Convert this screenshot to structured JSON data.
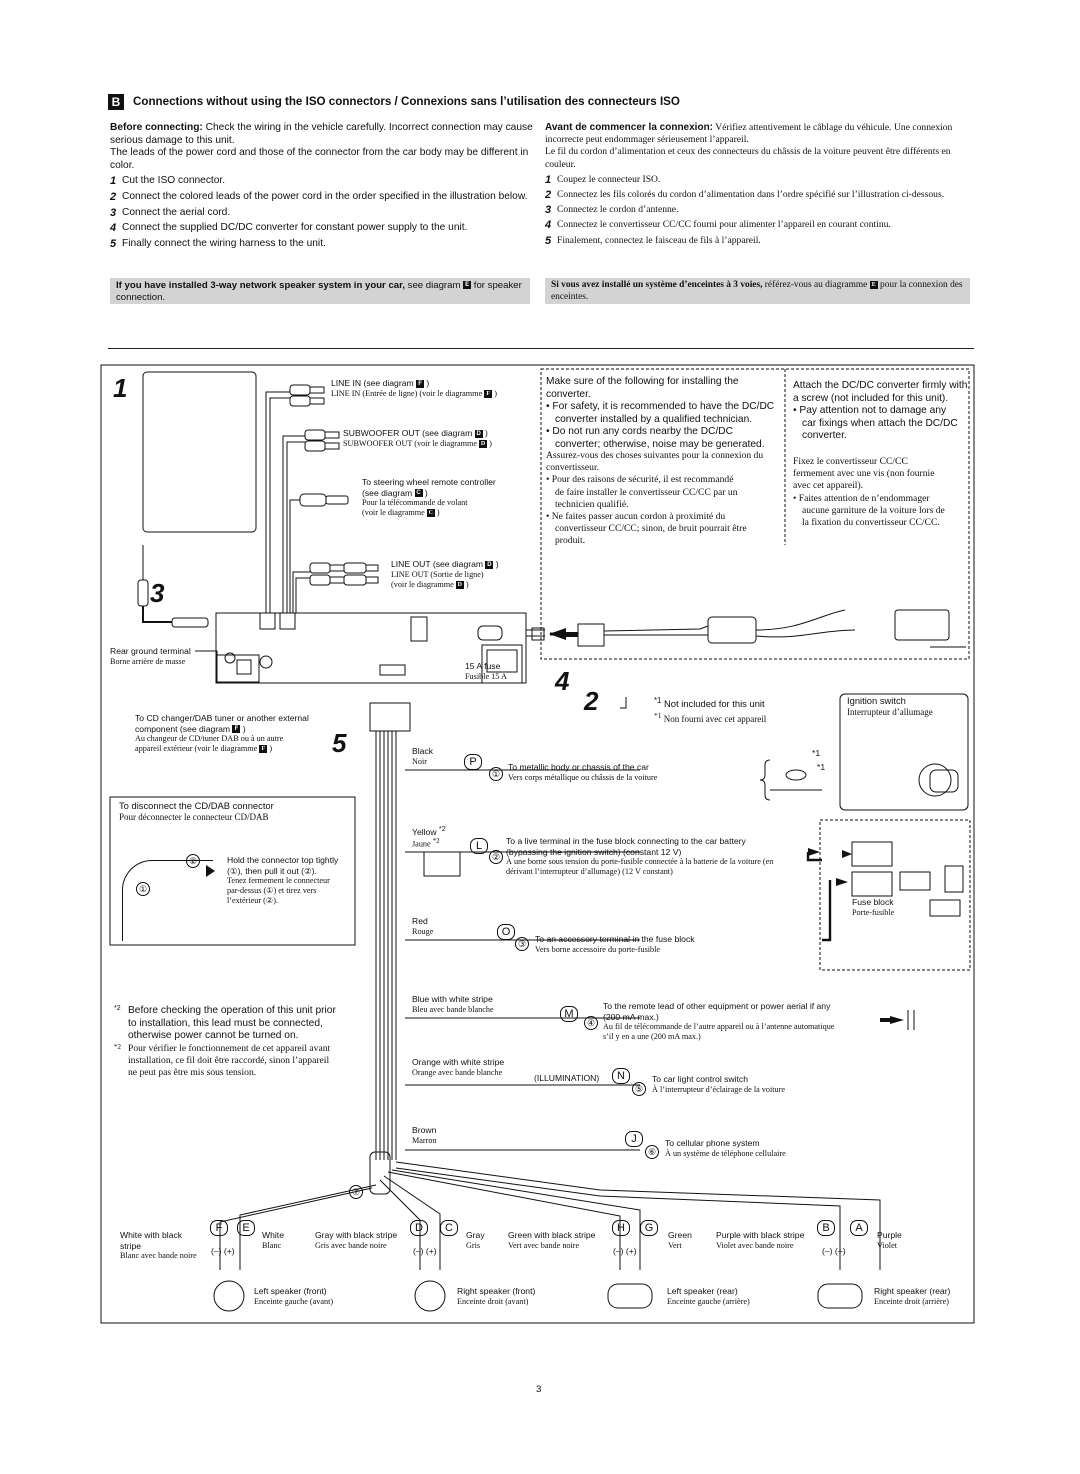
{
  "section": {
    "badge": "B",
    "heading": "Connections without using the ISO connectors / Connexions sans l’utilisation des connecteurs ISO"
  },
  "intro_en": {
    "lead_bold": "Before connecting:",
    "lead_text": " Check the wiring in the vehicle carefully. Incorrect connection may cause serious damage to this unit.",
    "para2": "The leads of the power cord and those of the connector from the car body may be different in color.",
    "steps": [
      {
        "n": "1",
        "text": "Cut the ISO connector."
      },
      {
        "n": "2",
        "text": "Connect the colored leads of the power cord in the order specified in the illustration below."
      },
      {
        "n": "3",
        "text": "Connect the aerial cord."
      },
      {
        "n": "4",
        "text": "Connect the supplied DC/DC converter for constant power supply to the unit."
      },
      {
        "n": "5",
        "text": "Finally connect the wiring harness to the unit."
      }
    ]
  },
  "intro_fr": {
    "lead_bold": "Avant de commencer la connexion:",
    "lead_text": " Vérifiez attentivement le câblage du véhicule. Une connexion incorrecte peut endommager sérieusement l’appareil.",
    "para2": "Le fil du cordon d’alimentation et ceux des connecteurs du châssis de la voiture peuvent être différents en couleur.",
    "steps": [
      {
        "n": "1",
        "text": "Coupez le connecteur ISO."
      },
      {
        "n": "2",
        "text": "Connectez les fils colorés du cordon d’alimentation dans l’ordre spécifié sur l’illustration ci-dessous."
      },
      {
        "n": "3",
        "text": "Connectez le cordon d’antenne."
      },
      {
        "n": "4",
        "text": "Connectez le convertisseur CC/CC fourni pour alimenter l’appareil en courant continu."
      },
      {
        "n": "5",
        "text": "Finalement, connectez le faisceau de fils à l’appareil."
      }
    ]
  },
  "note": {
    "en_bold": "If you have installed 3-way network speaker system in your car,",
    "en_text1": " see diagram ",
    "en_ref": "E",
    "en_text2": " for speaker connection.",
    "fr_bold": "Si vous avez installé un système d’enceintes à 3 voies,",
    "fr_text1": " référez-vous au diagramme ",
    "fr_ref": "E",
    "fr_text2": " pour la connexion des enceintes."
  },
  "diagram": {
    "step_numbers": {
      "s1": "1",
      "s2": "2",
      "s3": "3",
      "s4": "4",
      "s5": "5"
    },
    "line_in_en": "LINE IN (see diagram",
    "line_in_ref": "F",
    "line_in_fr": "LINE IN (Entrée de ligne) (voir le diagramme",
    "sub_out_en": "SUBWOOFER OUT (see diagram",
    "sub_out_ref": "D",
    "sub_out_fr": "SUBWOOFER OUT (voir le diagramme",
    "steer_en_1": "To steering wheel remote controller",
    "steer_en_2": "(see diagram",
    "steer_ref": "C",
    "steer_fr_1": "Pour la télécommande de volant",
    "steer_fr_2": "(voir le diagramme",
    "line_out_en": "LINE OUT (see diagram",
    "line_out_ref": "D",
    "line_out_fr_1": "LINE OUT (Sortie de ligne)",
    "line_out_fr_2": "(voir le diagramme",
    "rear_ground_en": "Rear ground terminal",
    "rear_ground_fr": "Borne arrière de masse",
    "fuse_en": "15 A fuse",
    "fuse_fr": "Fusible 15 A",
    "cd_en_1": "To CD changer/DAB tuner or another external",
    "cd_en_2": "component (see diagram",
    "cd_ref": "F",
    "cd_fr_1": "Au changeur de CD/tuner DAB ou à un autre",
    "cd_fr_2": "appareil extérieur (voir le diagramme",
    "conv_en": [
      "Make sure of the following for installing the converter.",
      "• For safety, it is recommended to have the DC/DC",
      "converter installed by a qualified technician.",
      "• Do not run any cords nearby the DC/DC",
      "converter; otherwise, noise may be generated."
    ],
    "conv_fr": [
      "Assurez-vous des choses suivantes pour la connexion du",
      "convertisseur.",
      "• Pour des raisons de sécurité, il est recommandé",
      "de faire installer le convertisseur CC/CC par un",
      "technicien qualifié.",
      "• Ne faites passer aucun cordon à proximité du",
      "convertisseur CC/CC; sinon, de bruit pourrait être",
      "produit."
    ],
    "attach_en": [
      "Attach the DC/DC converter firmly with",
      "a screw (not included for this unit).",
      "• Pay attention not to damage any",
      "car fixings when attach the DC/DC",
      "converter."
    ],
    "attach_fr": [
      "Fixez le convertisseur CC/CC",
      "fermement avec une vis (non fournie",
      "avec cet appareil).",
      "• Faites attention de n’endommager",
      "aucune garniture de la voiture lors de",
      "la fixation du convertisseur CC/CC."
    ],
    "not_included_en": "Not included for this unit",
    "not_included_fr": "Non fourni avec cet appareil",
    "star1": "*1",
    "star2": "*2",
    "ignition_en": "Ignition switch",
    "ignition_fr": "Interrupteur d’allumage",
    "disconnect_en": "To disconnect the CD/DAB connector",
    "disconnect_fr": "Pour déconnecter le connecteur CD/DAB",
    "hold_en": [
      "Hold the connector top tightly",
      "(①), then pull it out (②)."
    ],
    "hold_fr": [
      "Tenez fermement le connecteur",
      "par-dessus (①) et tirez vers",
      "l’extérieur (②)."
    ],
    "footnote_en": [
      "Before checking the operation of this unit prior",
      "to installation, this lead must be connected,",
      "otherwise power cannot be turned on."
    ],
    "footnote_fr": [
      "Pour vérifier le fonctionnement de cet appareil avant",
      "installation, ce fil doit être raccordé, sinon l’appareil",
      "ne peut pas être mis sous tension."
    ],
    "wires": [
      {
        "color_en": "Black",
        "color_fr": "Noir",
        "letter": "P",
        "num": "①",
        "dest_en": "To metallic body or chassis of the car",
        "dest_fr": "Vers corps métallique ou châssis de la voiture"
      },
      {
        "color_en": "Yellow",
        "color_fr": "Jaune",
        "letter": "L",
        "num": "②",
        "dest_en": "To a live terminal in the fuse block connecting to the car battery",
        "dest_en2": "(bypassing the ignition switch) (constant 12 V)",
        "dest_fr": "À une borne sous tension du porte-fusible connectée à la batterie de la voiture (en",
        "dest_fr2": "dérivant l’interrupteur d’allumage) (12 V constant)"
      },
      {
        "color_en": "Red",
        "color_fr": "Rouge",
        "letter": "O",
        "num": "③",
        "dest_en": "To an accessory terminal in the fuse block",
        "dest_fr": "Vers borne accessoire du porte-fusible"
      },
      {
        "color_en": "Blue with white stripe",
        "color_fr": "Bleu avec bande blanche",
        "letter": "M",
        "num": "④",
        "dest_en": "To the remote lead of other equipment or power aerial if any",
        "dest_en2": "(200 mA max.)",
        "dest_fr": "Au fil de télécommande de l’autre appareil ou à l’antenne automatique",
        "dest_fr2": "s’il y en a une (200 mA max.)"
      },
      {
        "color_en": "Orange with white stripe",
        "color_fr": "Orange avec bande blanche",
        "letter": "N",
        "num": "⑤",
        "tag": "(ILLUMINATION)",
        "dest_en": "To car light control switch",
        "dest_fr": "À l’interrupteur d’éclairage de la voiture"
      },
      {
        "color_en": "Brown",
        "color_fr": "Marron",
        "letter": "J",
        "num": "⑥",
        "dest_en": "To cellular phone system",
        "dest_fr": "À un système de téléphone cellulaire"
      }
    ],
    "fuse_block_en": "Fuse block",
    "fuse_block_fr": "Porte-fusible",
    "harness_num": "⑦",
    "speaker_wires": [
      {
        "letter": "F",
        "en": "White with black stripe",
        "fr": "Blanc avec bande noire"
      },
      {
        "letter": "E",
        "en": "White",
        "fr": "Blanc"
      },
      {
        "letter": "D",
        "en": "Gray with black stripe",
        "fr": "Gris avec bande noire"
      },
      {
        "letter": "C",
        "en": "Gray",
        "fr": "Gris"
      },
      {
        "letter": "H",
        "en": "Green with black stripe",
        "fr": "Vert avec bande noire"
      },
      {
        "letter": "G",
        "en": "Green",
        "fr": "Vert"
      },
      {
        "letter": "B",
        "en": "Purple with black stripe",
        "fr": "Violet avec bande noire"
      },
      {
        "letter": "A",
        "en": "Purple",
        "fr": "Violet"
      }
    ],
    "polarity": "(–)  (+)",
    "speakers": [
      {
        "en": "Left speaker (front)",
        "fr": "Enceinte gauche (avant)"
      },
      {
        "en": "Right speaker (front)",
        "fr": "Enceinte droit (avant)"
      },
      {
        "en": "Left speaker (rear)",
        "fr": "Enceinte gauche (arrière)"
      },
      {
        "en": "Right speaker (rear)",
        "fr": "Enceinte droit (arrière)"
      }
    ]
  },
  "page_number": "3"
}
